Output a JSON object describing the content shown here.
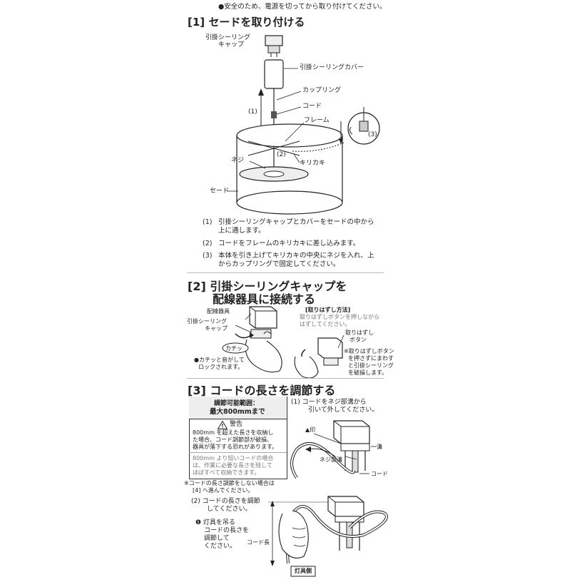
{
  "top_note": "●安全のため、電源を切ってから取り付けてください。",
  "section1": {
    "title": "[1] セードを取り付ける",
    "labels": {
      "cap_line1": "引掛シーリング",
      "cap_line2": "キャップ",
      "cover": "引掛シーリングカバー",
      "coupling": "カップリング",
      "cord": "コード",
      "frame": "フレーム",
      "screw": "ネジ",
      "slot": "キリカキ",
      "shade": "セード",
      "mark1": "(1)",
      "mark2": "(2)",
      "mark3": "(3)"
    },
    "steps": [
      {
        "num": "(1)",
        "line1": "引掛シーリングキャップとカバーをセードの中から",
        "line2": "上に通します。"
      },
      {
        "num": "(2)",
        "line1": "コードをフレームのキリカキに差し込みます。",
        "line2": ""
      },
      {
        "num": "(3)",
        "line1": "本体を引き上げてキリカキの中央にネジを入れ、上",
        "line2": "からカップリングで固定してください。"
      }
    ]
  },
  "section2": {
    "title_line1": "[2] 引掛シーリングキャップを",
    "title_line2": "配線器具に接続する",
    "labels": {
      "fixture": "配線器具",
      "cap_line1": "引掛シーリング",
      "cap_line2": "キャップ",
      "click": "カチッ",
      "lock_line1": "●カチッと音がして",
      "lock_line2": "ロックされます。"
    },
    "removal": {
      "title": "[取りはずし方法]",
      "line1": "取りはずしボタンを押しながら",
      "line2": "はずしてください。",
      "button_line1": "取りはずし",
      "button_line2": "ボタン",
      "warn_line1": "※取りはずしボタン",
      "warn_line2": "を押さずにまわす",
      "warn_line3": "と引掛シーリング",
      "warn_line4": "を破損します。"
    }
  },
  "section3": {
    "title": "[3] コードの長さを調節する",
    "range_line1": "調節可能範囲：",
    "range_line2": "最大800mmまで",
    "warning_title": "警告",
    "warning_line1": "800mm を超えた長さを収納し",
    "warning_line2": "た場合、コード調節部が破損、",
    "warning_line3": "器具が落下する恐れがあります。",
    "gray_line1": "800mm より短いコードの場合",
    "gray_line2": "は、作業に必要な長さを残して",
    "gray_line3": "ほぼすべて収納できます。",
    "note_line1": "※コードの長さ調節をしない場合は",
    "note_line2": "[4] へ進んでください。",
    "step1_line1": "(1) コードをネジ部溝から",
    "step1_line2": "引いて外してください。",
    "mark": "▲印",
    "groove": "溝",
    "screw_groove": "ネジ部溝",
    "cord": "コード",
    "step2_line1": "(2) コードの長さを調節",
    "step2_line2": "してください。",
    "sub_line1": "❶ 灯具を吊る",
    "sub_line2": "コードの長さを",
    "sub_line3": "調節して",
    "sub_line4": "ください。",
    "cord_length": "コード長",
    "fixture_side": "灯具側"
  }
}
